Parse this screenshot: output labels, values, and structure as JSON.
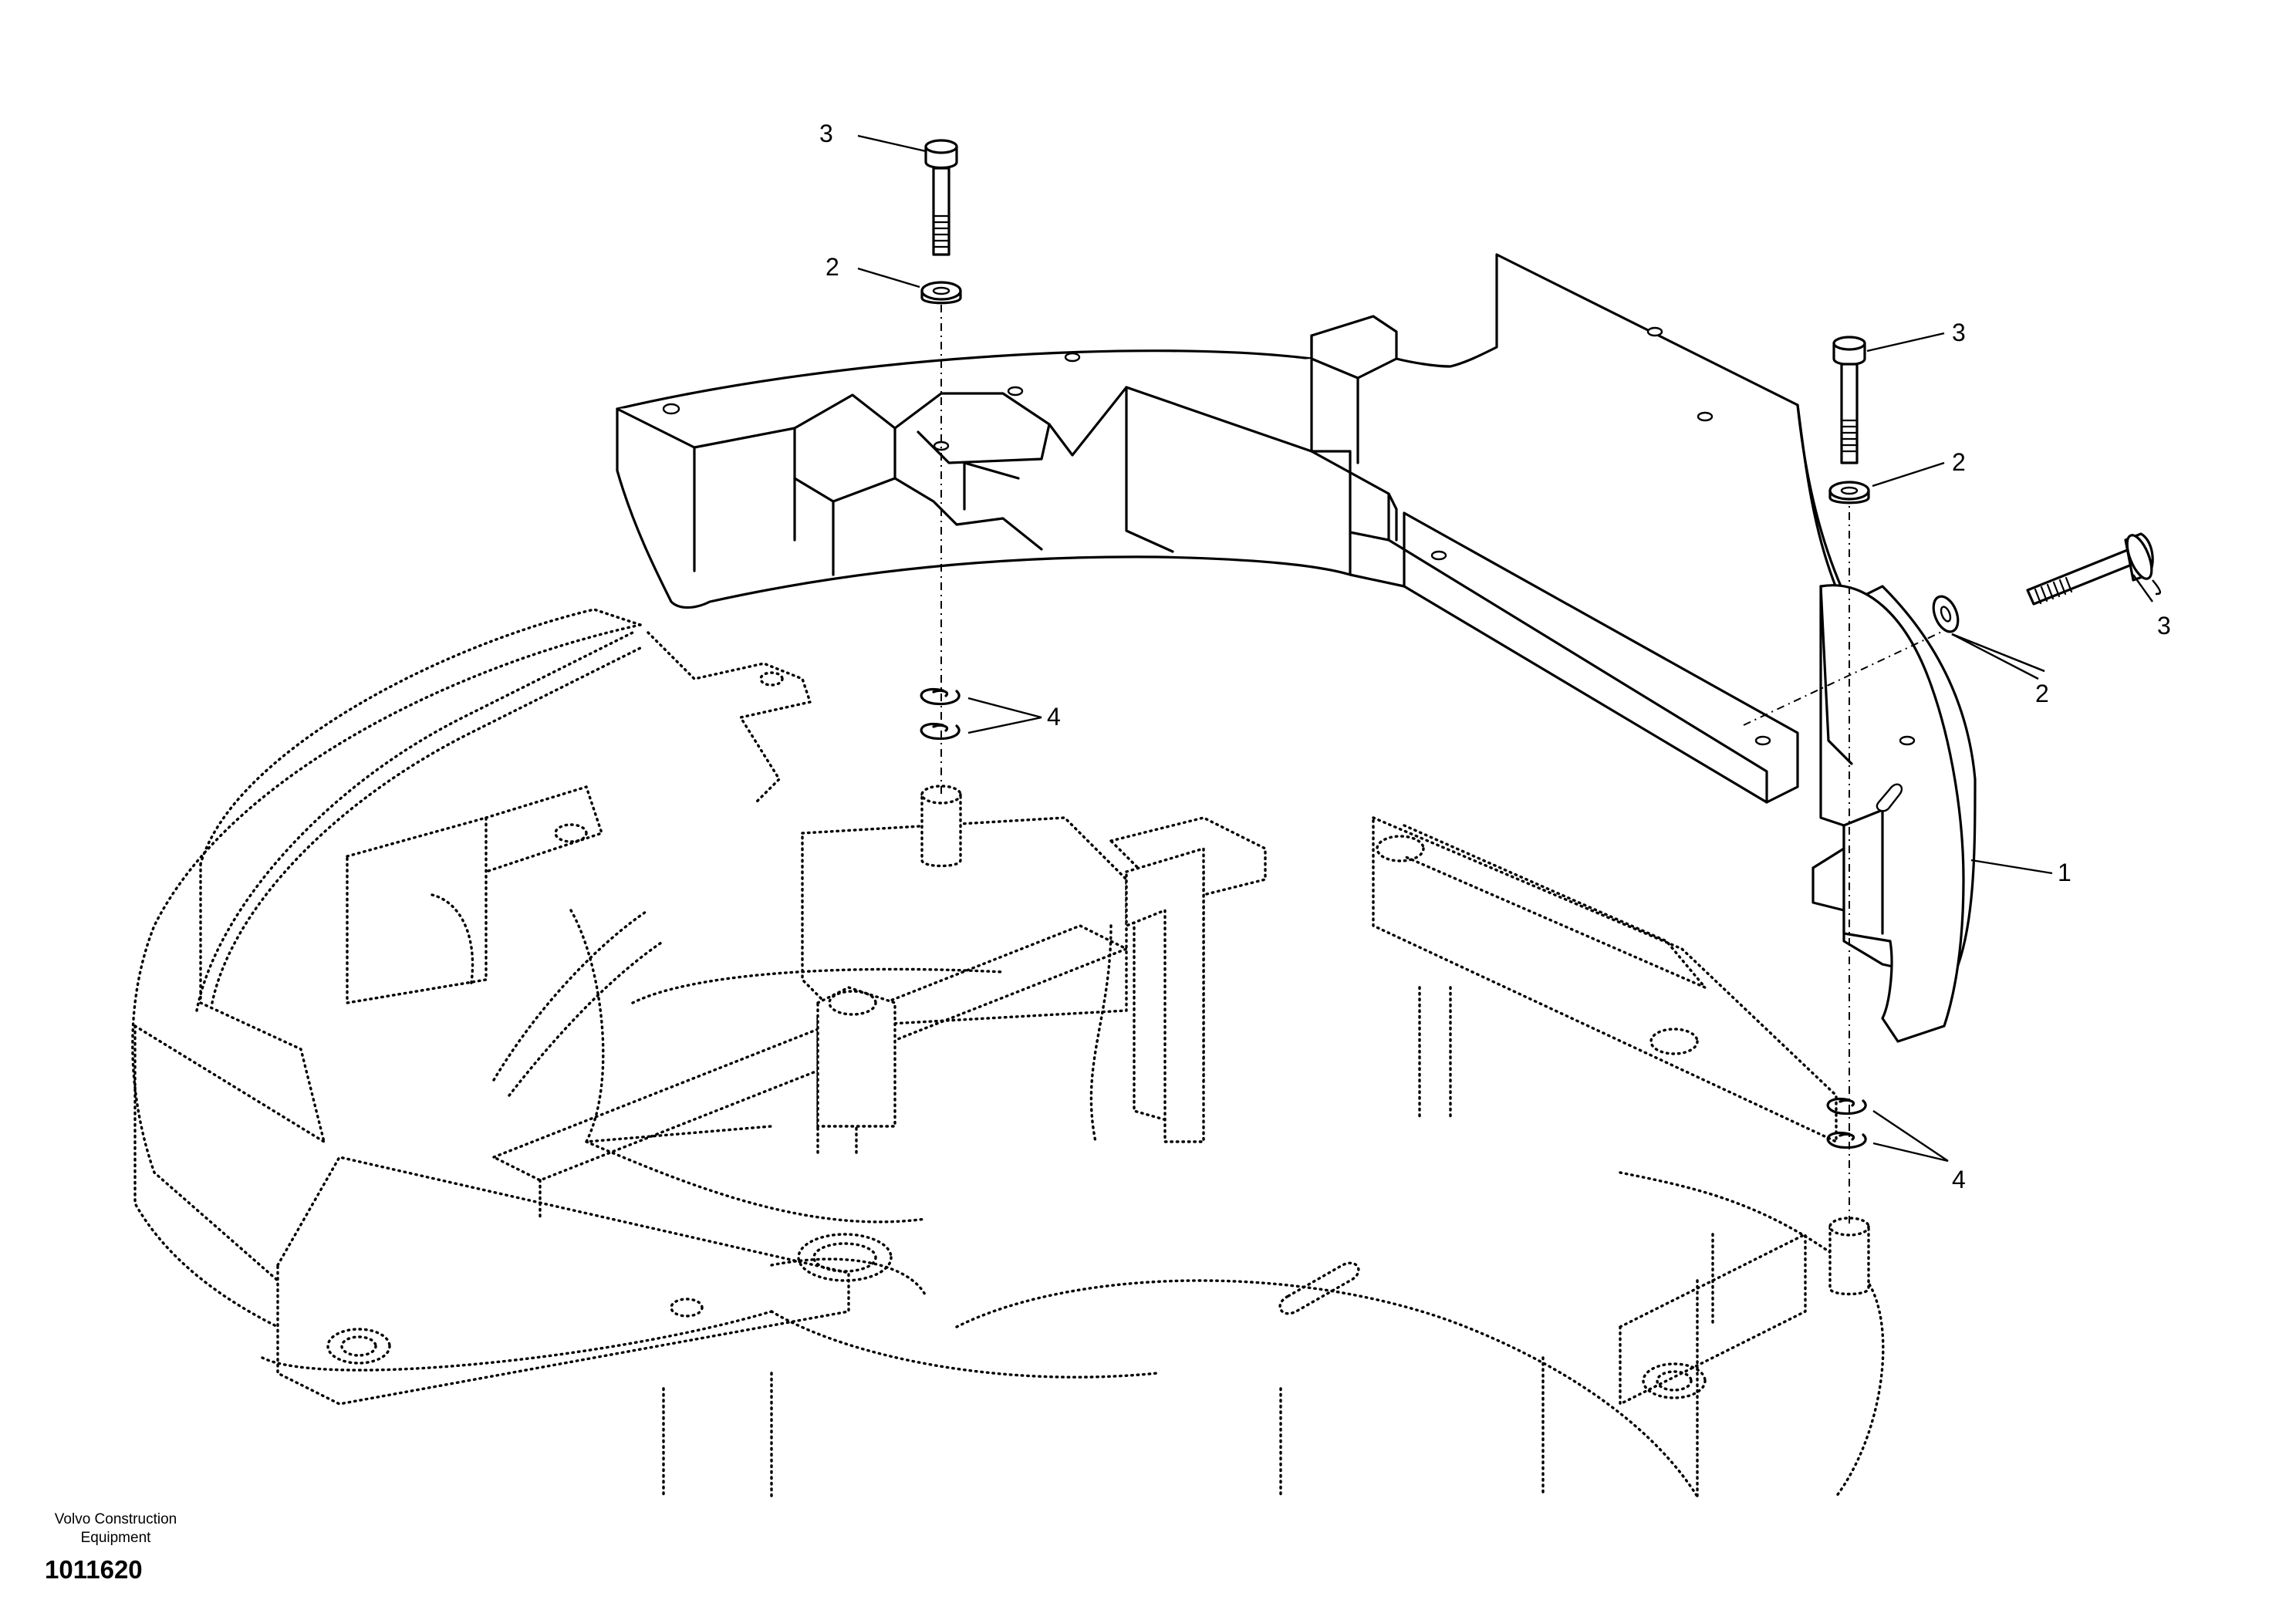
{
  "callouts": {
    "c1": "1",
    "c2a": "2",
    "c2b": "2",
    "c2c": "2",
    "c3a": "3",
    "c3b": "3",
    "c3c": "3",
    "c4a": "4",
    "c4b": "4"
  },
  "footer": {
    "company_line1": "Volvo Construction",
    "company_line2": "Equipment",
    "drawing_number": "1011620"
  }
}
